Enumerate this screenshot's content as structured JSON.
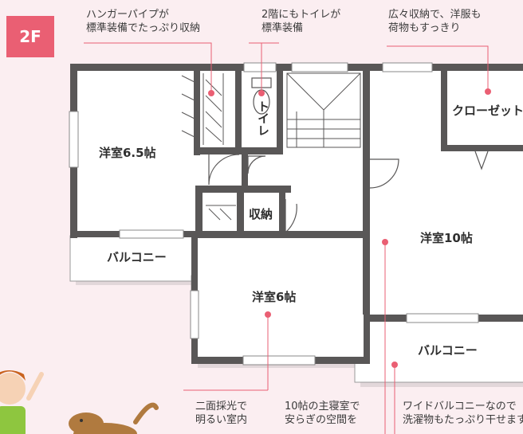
{
  "floor_badge": "2F",
  "annotations": {
    "hanger": [
      "ハンガーパイプが",
      "標準装備でたっぷり収納"
    ],
    "toilet": [
      "2階にもトイレが",
      "標準装備"
    ],
    "storage": [
      "広々収納で、洋服も",
      "荷物もすっきり"
    ],
    "lighting": [
      "二面採光で",
      "明るい室内"
    ],
    "master": [
      "10帖の主寝室で",
      "安らぎの空間を"
    ],
    "balcony": [
      "ワイドバルコニーなので",
      "洗濯物もたっぷり干せます"
    ]
  },
  "rooms": {
    "western_6_5": "洋室6.5帖",
    "toilet": "トイレ",
    "closet": "クローゼット",
    "storage": "収納",
    "western_10": "洋室10帖",
    "balcony_left": "バルコニー",
    "western_6": "洋室6帖",
    "balcony_right": "バルコニー"
  },
  "colors": {
    "accent": "#ea5f73",
    "wall": "#595757",
    "floor": "#ffffff",
    "background": "#fbeef1"
  }
}
